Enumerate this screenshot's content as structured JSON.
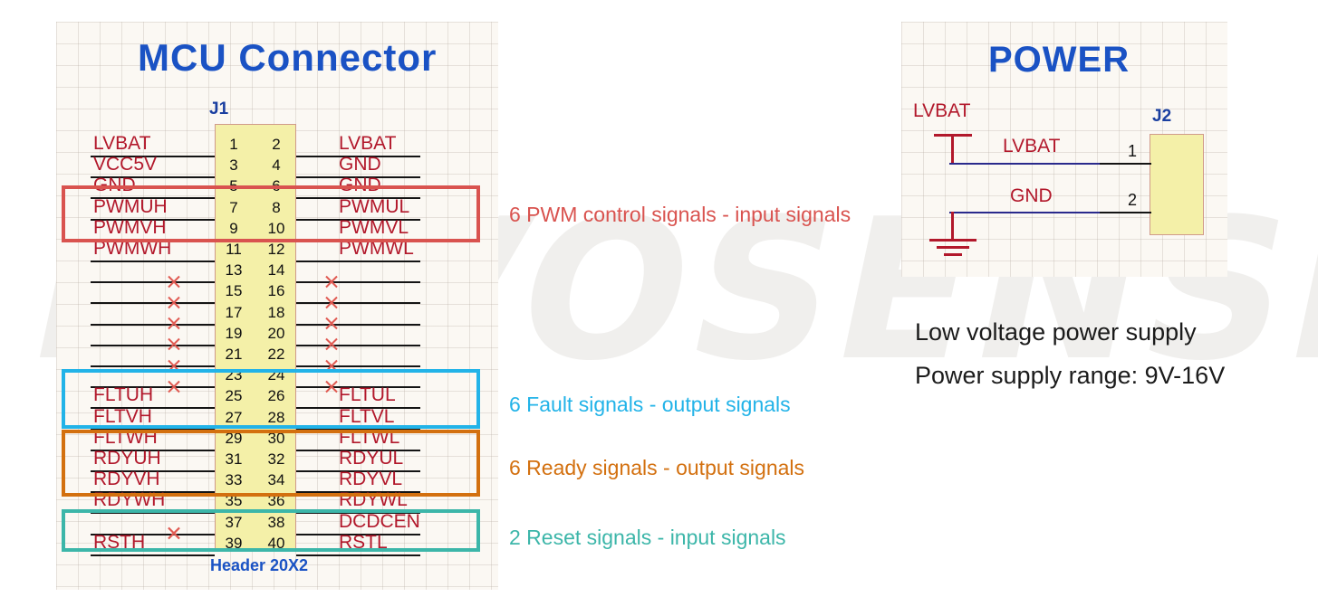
{
  "sheets": {
    "mcu": {
      "title": "MCU  Connector",
      "refdes": "J1",
      "footprint": "Header 20X2",
      "rows": [
        {
          "pins": [
            "1",
            "2"
          ],
          "left": "LVBAT",
          "right": "LVBAT"
        },
        {
          "pins": [
            "3",
            "4"
          ],
          "left": "VCC5V",
          "right": "GND"
        },
        {
          "pins": [
            "5",
            "6"
          ],
          "left": "GND",
          "right": "GND"
        },
        {
          "pins": [
            "7",
            "8"
          ],
          "left": "PWMUH",
          "right": "PWMUL"
        },
        {
          "pins": [
            "9",
            "10"
          ],
          "left": "PWMVH",
          "right": "PWMVL"
        },
        {
          "pins": [
            "11",
            "12"
          ],
          "left": "PWMWH",
          "right": "PWMWL"
        },
        {
          "pins": [
            "13",
            "14"
          ],
          "left": "",
          "right": ""
        },
        {
          "pins": [
            "15",
            "16"
          ],
          "left": "",
          "right": ""
        },
        {
          "pins": [
            "17",
            "18"
          ],
          "left": "",
          "right": ""
        },
        {
          "pins": [
            "19",
            "20"
          ],
          "left": "",
          "right": ""
        },
        {
          "pins": [
            "21",
            "22"
          ],
          "left": "",
          "right": ""
        },
        {
          "pins": [
            "23",
            "24"
          ],
          "left": "",
          "right": ""
        },
        {
          "pins": [
            "25",
            "26"
          ],
          "left": "FLTUH",
          "right": "FLTUL"
        },
        {
          "pins": [
            "27",
            "28"
          ],
          "left": "FLTVH",
          "right": "FLTVL"
        },
        {
          "pins": [
            "29",
            "30"
          ],
          "left": "FLTWH",
          "right": "FLTWL"
        },
        {
          "pins": [
            "31",
            "32"
          ],
          "left": "RDYUH",
          "right": "RDYUL"
        },
        {
          "pins": [
            "33",
            "34"
          ],
          "left": "RDYVH",
          "right": "RDYVL"
        },
        {
          "pins": [
            "35",
            "36"
          ],
          "left": "RDYWH",
          "right": "RDYWL"
        },
        {
          "pins": [
            "37",
            "38"
          ],
          "left": "",
          "right": "DCDCEN"
        },
        {
          "pins": [
            "39",
            "40"
          ],
          "left": "RSTH",
          "right": "RSTL"
        }
      ]
    },
    "power": {
      "title": "POWER",
      "refdes": "J2",
      "supply_label": "LVBAT",
      "rows": [
        {
          "pin": "1",
          "net": "LVBAT"
        },
        {
          "pin": "2",
          "net": "GND"
        }
      ],
      "notes": [
        "Low voltage power supply",
        "Power supply range: 9V-16V"
      ]
    }
  },
  "annotations": [
    {
      "text": "6 PWM control signals - input signals",
      "color": "#d9534f"
    },
    {
      "text": "6 Fault signals - output signals",
      "color": "#22b3e8"
    },
    {
      "text": "6 Ready signals - output signals",
      "color": "#d3700f"
    },
    {
      "text": "2 Reset signals - input signals",
      "color": "#3cb6a9"
    }
  ],
  "group_boxes": [
    {
      "name": "pwm",
      "color": "#d9534f"
    },
    {
      "name": "fault",
      "color": "#22b3e8"
    },
    {
      "name": "ready",
      "color": "#d3700f"
    },
    {
      "name": "reset",
      "color": "#3cb6a9"
    }
  ],
  "watermark": "NOVOSENSE",
  "colors": {
    "net_text": "#b2182b",
    "title_blue": "#1a52c4",
    "body_fill": "#f4f0a8",
    "wire": "#141414",
    "wire_blue": "#2a2a8c",
    "nc_mark": "#e05a52",
    "sheet_bg": "#fbf8f3"
  }
}
